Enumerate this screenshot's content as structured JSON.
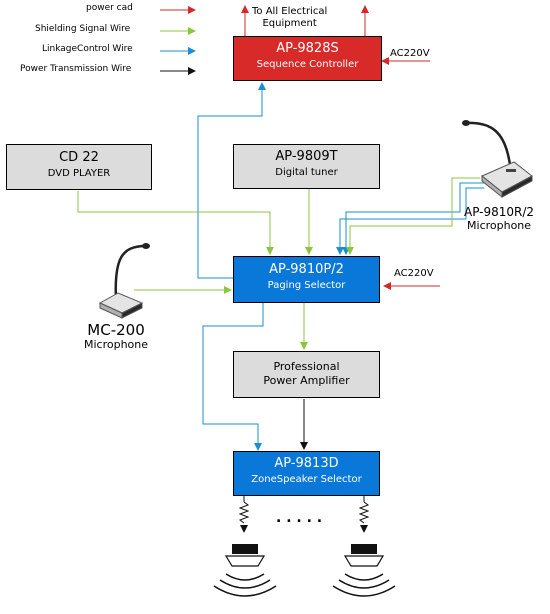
{
  "legend": [
    {
      "label": "power cad",
      "color": "#d02a2a"
    },
    {
      "label": "Shielding Signal Wire",
      "color": "#8cc63f"
    },
    {
      "label": "LinkageControl Wire",
      "color": "#1a8fd6"
    },
    {
      "label": "Power Transmission Wire",
      "color": "#111111"
    }
  ],
  "header_note": [
    "To All Electrical",
    "Equipment"
  ],
  "boxes": {
    "sequence": {
      "model": "AP-9828S",
      "desc": "Sequence Controller"
    },
    "dvd": {
      "model": "CD 22",
      "desc": "DVD PLAYER"
    },
    "tuner": {
      "model": "AP-9809T",
      "desc": "Digital tuner"
    },
    "paging": {
      "model": "AP-9810P/2",
      "desc": "Paging Selector"
    },
    "amplifier": {
      "line1": "Professional",
      "line2": "Power Amplifier"
    },
    "zone": {
      "model": "AP-9813D",
      "desc": "ZoneSpeaker Selector"
    }
  },
  "ac_labels": {
    "top": "AC220V",
    "middle": "AC220V"
  },
  "microphones": {
    "right": {
      "model": "AP-9810R/2",
      "desc": "Microphone"
    },
    "left": {
      "model": "MC-200",
      "desc": "Microphone"
    }
  },
  "speaker_dots": ". . . . ."
}
